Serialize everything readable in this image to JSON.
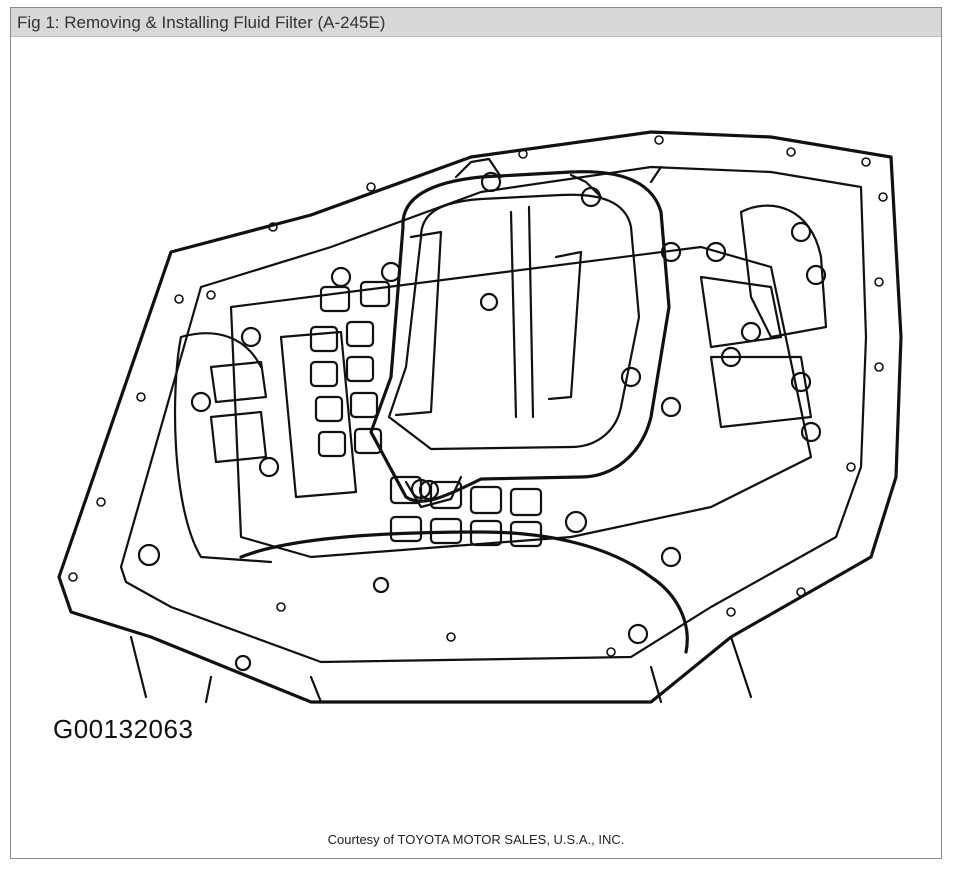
{
  "window": {
    "title": "Fig 1: Removing & Installing Fluid Filter (A-245E)"
  },
  "figure": {
    "code": "G00132063",
    "credit": "Courtesy of TOYOTA MOTOR SALES, U.S.A., INC."
  },
  "colors": {
    "title_bar": "#d8d8d8",
    "line_art": "#111111",
    "background": "#ffffff"
  }
}
